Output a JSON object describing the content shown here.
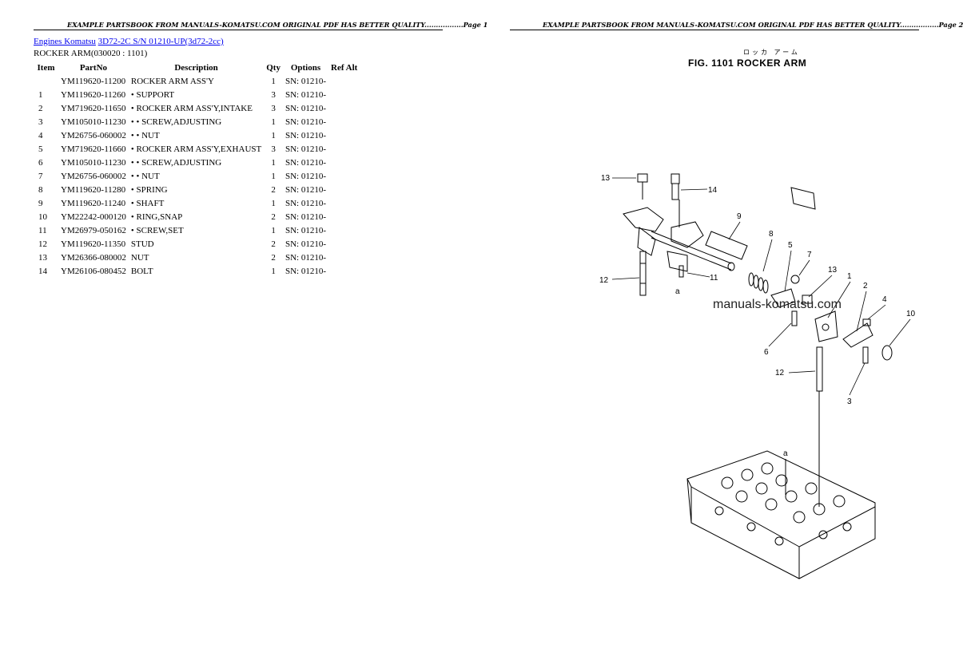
{
  "page1_header": "EXAMPLE PARTSBOOK FROM MANUALS-KOMATSU.COM ORIGINAL PDF HAS BETTER QUALITY.................Page 1",
  "page2_header": "EXAMPLE PARTSBOOK FROM MANUALS-KOMATSU.COM ORIGINAL PDF HAS BETTER QUALITY.................Page 2",
  "breadcrumb": {
    "link1": "Engines Komatsu",
    "link2": "3D72-2C S/N 01210-UP(3d72-2cc)"
  },
  "section_title": "ROCKER ARM(030020 : 1101)",
  "table": {
    "headers": [
      "Item",
      "PartNo",
      "Description",
      "Qty",
      "Options",
      "Ref Alt"
    ],
    "rows": [
      {
        "item": "",
        "partno": "YM119620-11200",
        "desc": "ROCKER ARM ASS'Y",
        "qty": "1",
        "options": "SN: 01210-",
        "ref": ""
      },
      {
        "item": "1",
        "partno": "YM119620-11260",
        "desc": "• SUPPORT",
        "qty": "3",
        "options": "SN: 01210-",
        "ref": ""
      },
      {
        "item": "2",
        "partno": "YM719620-11650",
        "desc": "• ROCKER ARM ASS'Y,INTAKE",
        "qty": "3",
        "options": "SN: 01210-",
        "ref": ""
      },
      {
        "item": "3",
        "partno": "YM105010-11230",
        "desc": "• • SCREW,ADJUSTING",
        "qty": "1",
        "options": "SN: 01210-",
        "ref": ""
      },
      {
        "item": "4",
        "partno": "YM26756-060002",
        "desc": "• • NUT",
        "qty": "1",
        "options": "SN: 01210-",
        "ref": ""
      },
      {
        "item": "5",
        "partno": "YM719620-11660",
        "desc": "• ROCKER ARM ASS'Y,EXHAUST",
        "qty": "3",
        "options": "SN: 01210-",
        "ref": ""
      },
      {
        "item": "6",
        "partno": "YM105010-11230",
        "desc": "• • SCREW,ADJUSTING",
        "qty": "1",
        "options": "SN: 01210-",
        "ref": ""
      },
      {
        "item": "7",
        "partno": "YM26756-060002",
        "desc": "• • NUT",
        "qty": "1",
        "options": "SN: 01210-",
        "ref": ""
      },
      {
        "item": "8",
        "partno": "YM119620-11280",
        "desc": "• SPRING",
        "qty": "2",
        "options": "SN: 01210-",
        "ref": ""
      },
      {
        "item": "9",
        "partno": "YM119620-11240",
        "desc": "• SHAFT",
        "qty": "1",
        "options": "SN: 01210-",
        "ref": ""
      },
      {
        "item": "10",
        "partno": "YM22242-000120",
        "desc": "• RING,SNAP",
        "qty": "2",
        "options": "SN: 01210-",
        "ref": ""
      },
      {
        "item": "11",
        "partno": "YM26979-050162",
        "desc": "• SCREW,SET",
        "qty": "1",
        "options": "SN: 01210-",
        "ref": ""
      },
      {
        "item": "12",
        "partno": "YM119620-11350",
        "desc": "STUD",
        "qty": "2",
        "options": "SN: 01210-",
        "ref": ""
      },
      {
        "item": "13",
        "partno": "YM26366-080002",
        "desc": "NUT",
        "qty": "2",
        "options": "SN: 01210-",
        "ref": ""
      },
      {
        "item": "14",
        "partno": "YM26106-080452",
        "desc": "BOLT",
        "qty": "1",
        "options": "SN: 01210-",
        "ref": ""
      }
    ]
  },
  "figure": {
    "jp_title": "ロッカ アーム",
    "title": "FIG. 1101   ROCKER  ARM",
    "watermark": "manuals-komatsu.com",
    "callouts": [
      "13",
      "14",
      "9",
      "8",
      "5",
      "7",
      "12",
      "11",
      "a",
      "13",
      "1",
      "2",
      "4",
      "10",
      "6",
      "12",
      "3",
      "a"
    ]
  }
}
